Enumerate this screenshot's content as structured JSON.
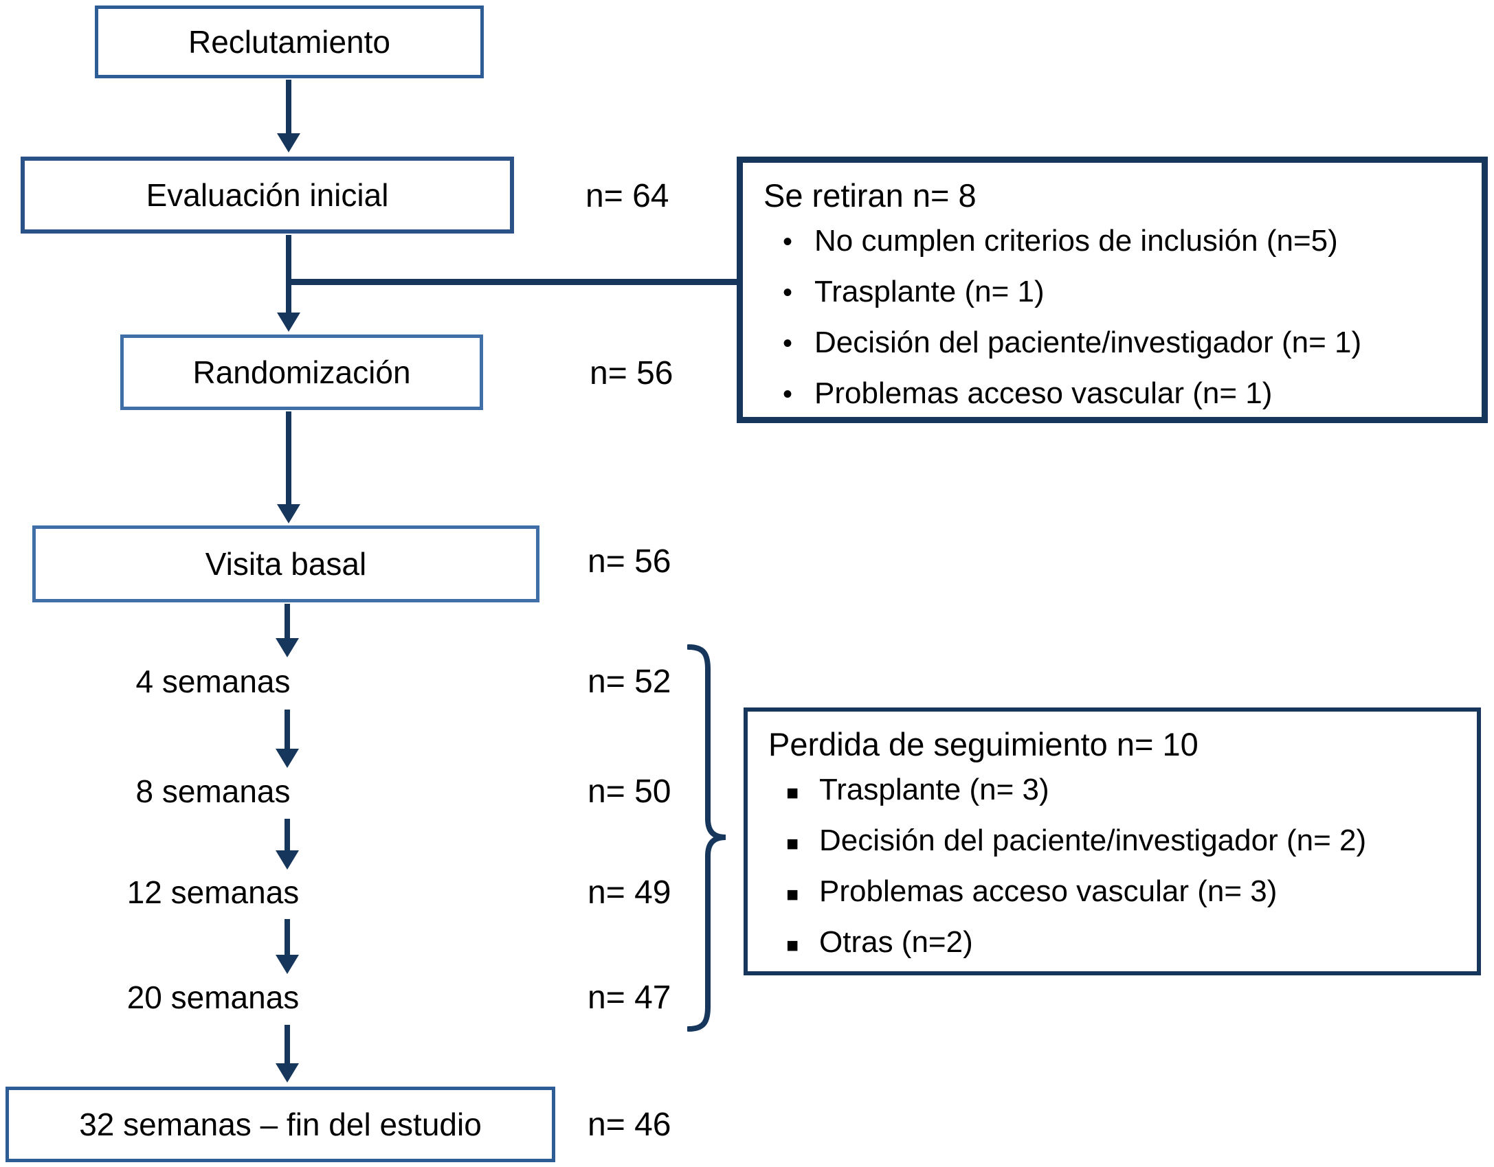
{
  "diagram": {
    "boxes": {
      "reclutamiento": "Reclutamiento",
      "evaluacion": "Evaluación inicial",
      "randomizacion": "Randomización",
      "visita": "Visita basal",
      "fin": "32 semanas – fin del estudio"
    },
    "counts": {
      "evaluacion": "n= 64",
      "randomizacion": "n= 56",
      "visita": "n= 56",
      "fin": "n= 46"
    },
    "milestones": [
      {
        "label": "4 semanas",
        "n": "n= 52"
      },
      {
        "label": "8 semanas",
        "n": "n= 50"
      },
      {
        "label": "12 semanas",
        "n": "n= 49"
      },
      {
        "label": "20 semanas",
        "n": "n= 47"
      }
    ],
    "withdrawal_box": {
      "title": "Se retiran n= 8",
      "bullet": "•",
      "items": [
        "No cumplen criterios de inclusión (n=5)",
        "Trasplante (n= 1)",
        "Decisión del paciente/investigador (n= 1)",
        "Problemas acceso vascular (n= 1)"
      ]
    },
    "followup_box": {
      "title": "Perdida de seguimiento n= 10",
      "bullet": "■",
      "items": [
        "Trasplante (n= 3)",
        "Decisión del paciente/investigador (n= 2)",
        "Problemas acceso vascular (n= 3)",
        "Otras (n=2)"
      ]
    },
    "colors": {
      "navy": "#16365c",
      "medium_blue": "#2e5c94",
      "light_blue": "#3f6fa6"
    }
  }
}
